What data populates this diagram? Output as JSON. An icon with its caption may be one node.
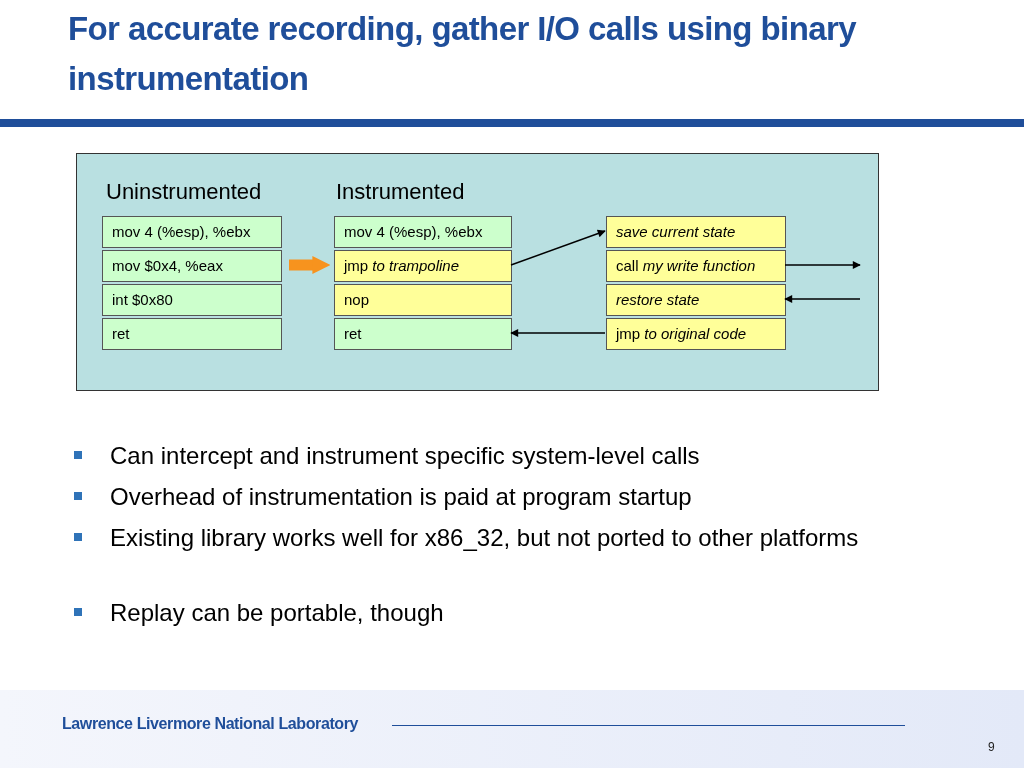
{
  "diagram": {
    "title": "For accurate recording, gather I/O calls using binary instrumentation",
    "nodes": [
      {
        "text": [
          "Uninstrumented",
          "Instrumented"
        ]
      },
      {
        "text": [
          "mov 4 (%esp), %ebx"
        ],
        "in": 0
      },
      {
        "text": [
          "mov $0x4, %eax"
        ],
        "in": 0
      },
      {
        "text": [
          "int $0x80"
        ],
        "in": 0
      },
      {
        "text": [
          "ret"
        ],
        "in": 0
      },
      {
        "text": [
          "mov 4 (%esp), %ebx"
        ],
        "in": 0
      },
      {
        "text": [
          "jmp *to trampoline*"
        ],
        "in": 0
      },
      {
        "text": [
          "nop"
        ],
        "in": 0
      },
      {
        "text": [
          "ret"
        ],
        "in": 0
      },
      {
        "text": [
          "save current state"
        ],
        "in": 0
      },
      {
        "text": [
          "call *my write function*"
        ],
        "in": 0
      },
      {
        "text": [
          "restore state"
        ],
        "in": 0
      },
      {
        "text": [
          "jmp *to original code*"
        ],
        "in": 0
      }
    ],
    "edges": [
      {
        "from": 2,
        "to": 6,
        "arrow": "to",
        "style": "thick",
        "color": "#f7931e"
      },
      {
        "from": 6,
        "to": 9,
        "arrow": "to"
      },
      {
        "from": 10,
        "to": null,
        "arrow": "to"
      },
      {
        "from": null,
        "to": 11,
        "arrow": "to"
      },
      {
        "from": 12,
        "to": 8,
        "arrow": "to"
      }
    ],
    "labels": [
      "Can intercept and instrument specific system-level calls",
      "Overhead of instrumentation is paid at program startup",
      "Existing library works well for x86_32, but not ported to other platforms",
      "Replay can be portable, though",
      "Lawrence Livermore National Laboratory",
      "9"
    ]
  }
}
